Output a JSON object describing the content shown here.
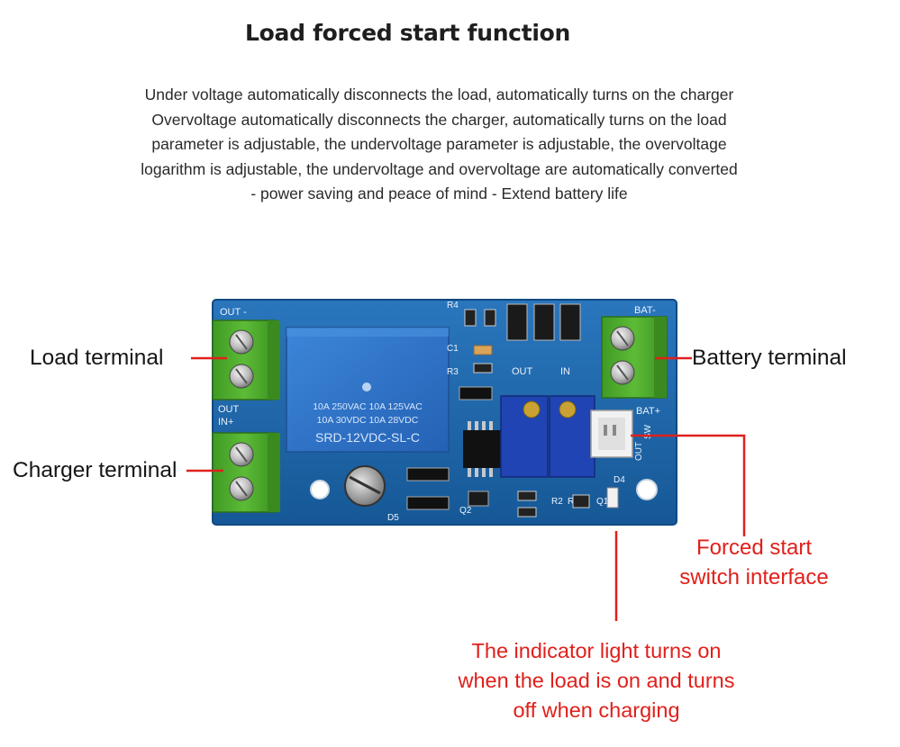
{
  "title": "Load forced start function",
  "description": [
    "Under voltage automatically disconnects the load, automatically turns on the charger",
    "Overvoltage automatically disconnects the charger, automatically turns on the load",
    "parameter is adjustable, the undervoltage parameter is adjustable, the overvoltage",
    "logarithm is adjustable, the undervoltage and overvoltage are automatically converted",
    "- power saving and peace of mind - Extend battery life"
  ],
  "labels": {
    "load_terminal": "Load terminal",
    "charger_terminal": "Charger terminal",
    "battery_terminal": "Battery terminal",
    "forced_start": [
      "Forced start",
      "switch interface"
    ],
    "indicator": [
      "The indicator light turns on",
      "when the load is on and turns",
      "off when charging"
    ]
  },
  "board": {
    "silkscreen": {
      "out_minus": "OUT -",
      "out_in": "OUT",
      "in_plus": "IN+",
      "bat_minus": "BAT-",
      "bat_plus": "BAT+",
      "sw": "SW",
      "out_sw": "OUT",
      "out_pot": "OUT",
      "in_pot": "IN",
      "r4": "R4",
      "c1": "C1",
      "r3": "R3",
      "d4": "D4",
      "q1": "Q1",
      "q2": "Q2",
      "r2": "R2",
      "r1": "R1",
      "d5": "D5"
    },
    "relay": {
      "line1": "10A 250VAC  10A 125VAC",
      "line2": "10A  30VDC  10A  28VDC",
      "model": "SRD-12VDC-SL-C"
    },
    "colors": {
      "pcb": "#1d63a8",
      "relay": "#2f73c9",
      "terminal": "#4eaa2c",
      "pot": "#2046b8",
      "callout": "#e0201b"
    }
  }
}
